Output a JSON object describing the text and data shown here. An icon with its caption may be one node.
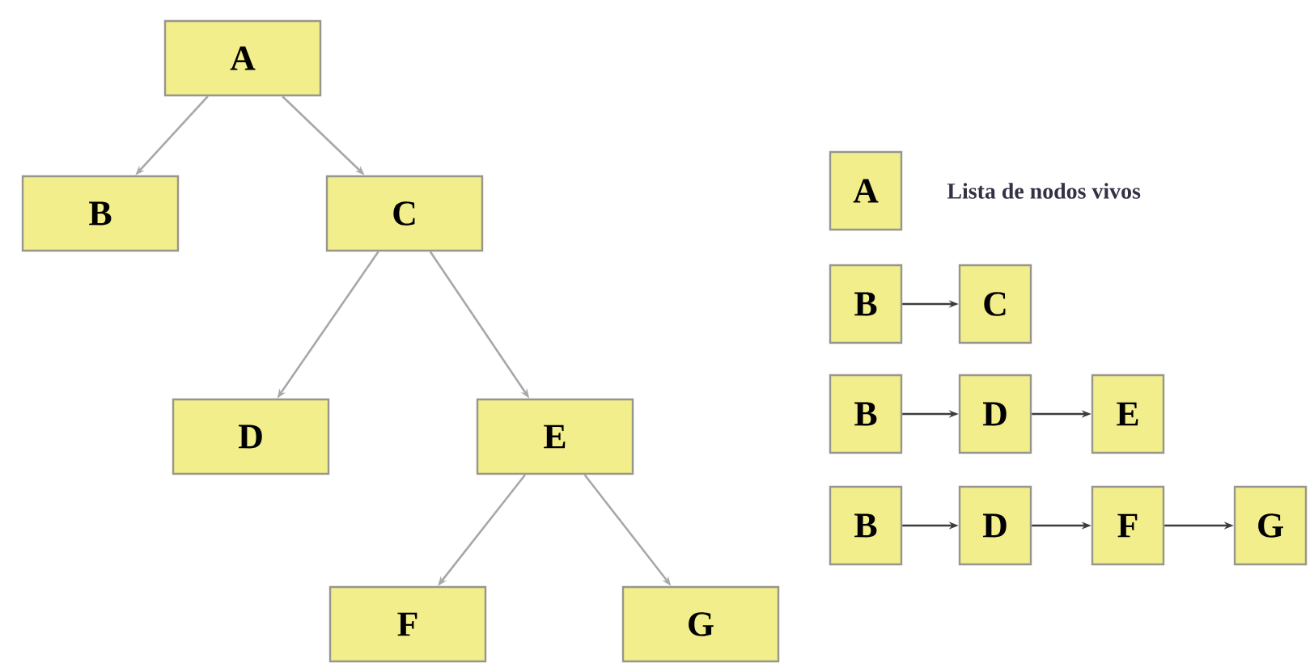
{
  "diagram": {
    "nodes": [
      {
        "text": [
          "A"
        ]
      },
      {
        "text": [
          "B"
        ]
      },
      {
        "text": [
          "C"
        ]
      },
      {
        "text": [
          "D"
        ]
      },
      {
        "text": [
          "E"
        ]
      },
      {
        "text": [
          "F"
        ]
      },
      {
        "text": [
          "G"
        ]
      },
      {
        "text": [
          "A"
        ]
      },
      {
        "text": [
          "B"
        ]
      },
      {
        "text": [
          "C"
        ]
      },
      {
        "text": [
          "B"
        ]
      },
      {
        "text": [
          "D"
        ]
      },
      {
        "text": [
          "E"
        ]
      },
      {
        "text": [
          "B"
        ]
      },
      {
        "text": [
          "D"
        ]
      },
      {
        "text": [
          "F"
        ]
      },
      {
        "text": [
          "G"
        ]
      }
    ],
    "edges": [
      {
        "from": 0,
        "to": 1,
        "arrow": "to",
        "color": "#a8a8a8"
      },
      {
        "from": 0,
        "to": 2,
        "arrow": "to",
        "color": "#a8a8a8"
      },
      {
        "from": 2,
        "to": 3,
        "arrow": "to",
        "color": "#a8a8a8"
      },
      {
        "from": 2,
        "to": 4,
        "arrow": "to",
        "color": "#a8a8a8"
      },
      {
        "from": 4,
        "to": 5,
        "arrow": "to",
        "color": "#a8a8a8"
      },
      {
        "from": 4,
        "to": 6,
        "arrow": "to",
        "color": "#a8a8a8"
      },
      {
        "from": 8,
        "to": 9,
        "arrow": "to",
        "color": "#3c3c3c"
      },
      {
        "from": 10,
        "to": 11,
        "arrow": "to",
        "color": "#3c3c3c"
      },
      {
        "from": 11,
        "to": 12,
        "arrow": "to",
        "color": "#3c3c3c"
      },
      {
        "from": 13,
        "to": 14,
        "arrow": "to",
        "color": "#3c3c3c"
      },
      {
        "from": 14,
        "to": 15,
        "arrow": "to",
        "color": "#3c3c3c"
      },
      {
        "from": 15,
        "to": 16,
        "arrow": "to",
        "color": "#3c3c3c"
      }
    ],
    "labels": [
      "Lista de nodos vivos"
    ]
  }
}
